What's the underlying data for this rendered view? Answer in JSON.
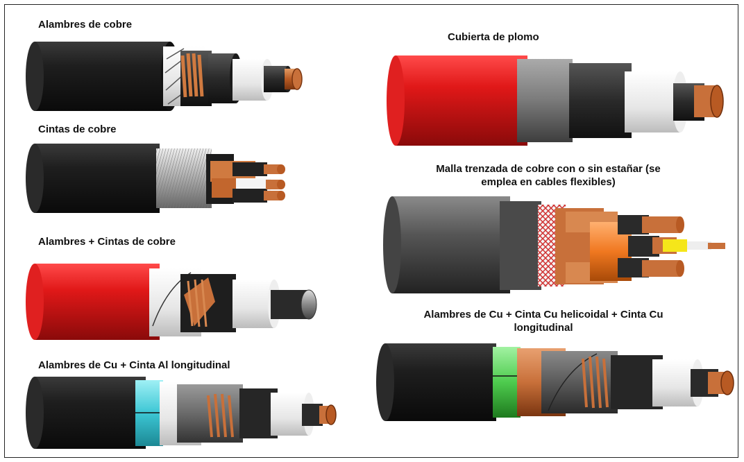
{
  "figure": {
    "labels": {
      "alambres_cobre": "Alambres de cobre",
      "cintas_cobre": "Cintas de cobre",
      "alambres_cintas": "Alambres + Cintas de cobre",
      "alambres_cu_al": "Alambres de Cu + Cinta Al longitudinal",
      "cubierta_plomo": "Cubierta de plomo",
      "malla_trenzada_line1": "Malla trenzada de cobre con o sin estañar (se",
      "malla_trenzada_line2": "emplea en cables flexibles)",
      "alambres_helicoidal_line1": "Alambres de Cu + Cinta Cu helicoidal + Cinta Cu",
      "alambres_helicoidal_line2": "longitudinal"
    },
    "colors": {
      "outer_black": "#1c1c1c",
      "outer_red": "#d01515",
      "outer_gray": "#555555",
      "copper": "#c8703a",
      "insulation_white": "#f2f2f2",
      "semiconductor": "#2a2a2a",
      "cyan_tape": "#4fd3e0",
      "green_tape": "#4ecb4e",
      "orange_insulation": "#f07820",
      "yellow_core": "#f5e61a"
    }
  }
}
